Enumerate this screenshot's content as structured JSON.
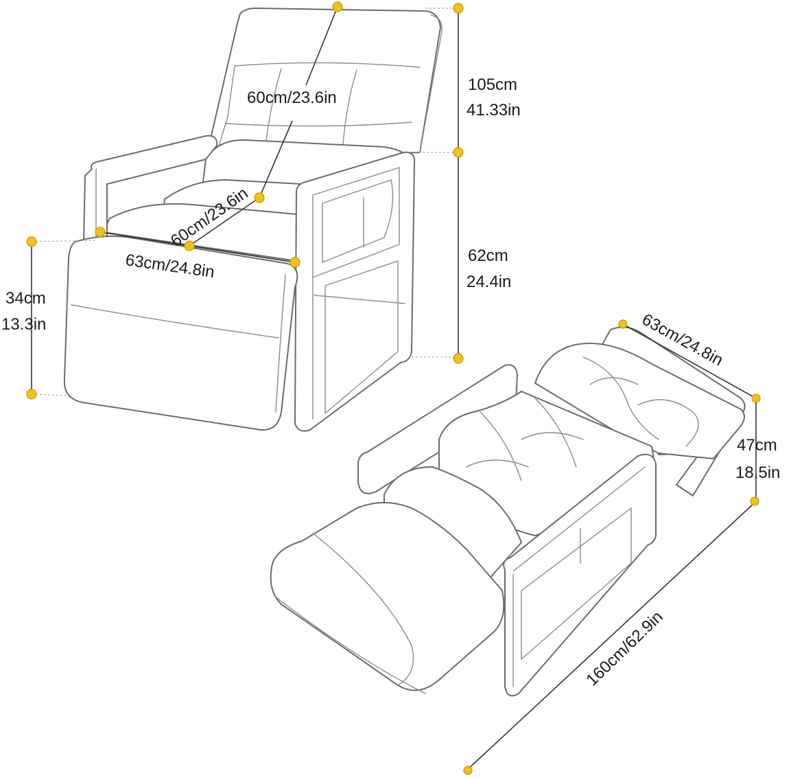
{
  "colors": {
    "outline": "#6b6b6b",
    "dimension_line": "#333333",
    "marker": "#f2c21b",
    "text": "#1a1a1a"
  },
  "upright": {
    "back_width": "60cm/23.6in",
    "seat_depth": "60cm/23.6in",
    "seat_width": "63cm/24.8in",
    "back_height_cm": "105cm",
    "back_height_in": "41.33in",
    "arm_height_cm": "62cm",
    "arm_height_in": "24.4in",
    "footrest_height_cm": "34cm",
    "footrest_height_in": "13.3in"
  },
  "bed": {
    "width": "63cm/24.8in",
    "height_cm": "47cm",
    "height_in": "18.5in",
    "length": "160cm/62.9in"
  }
}
